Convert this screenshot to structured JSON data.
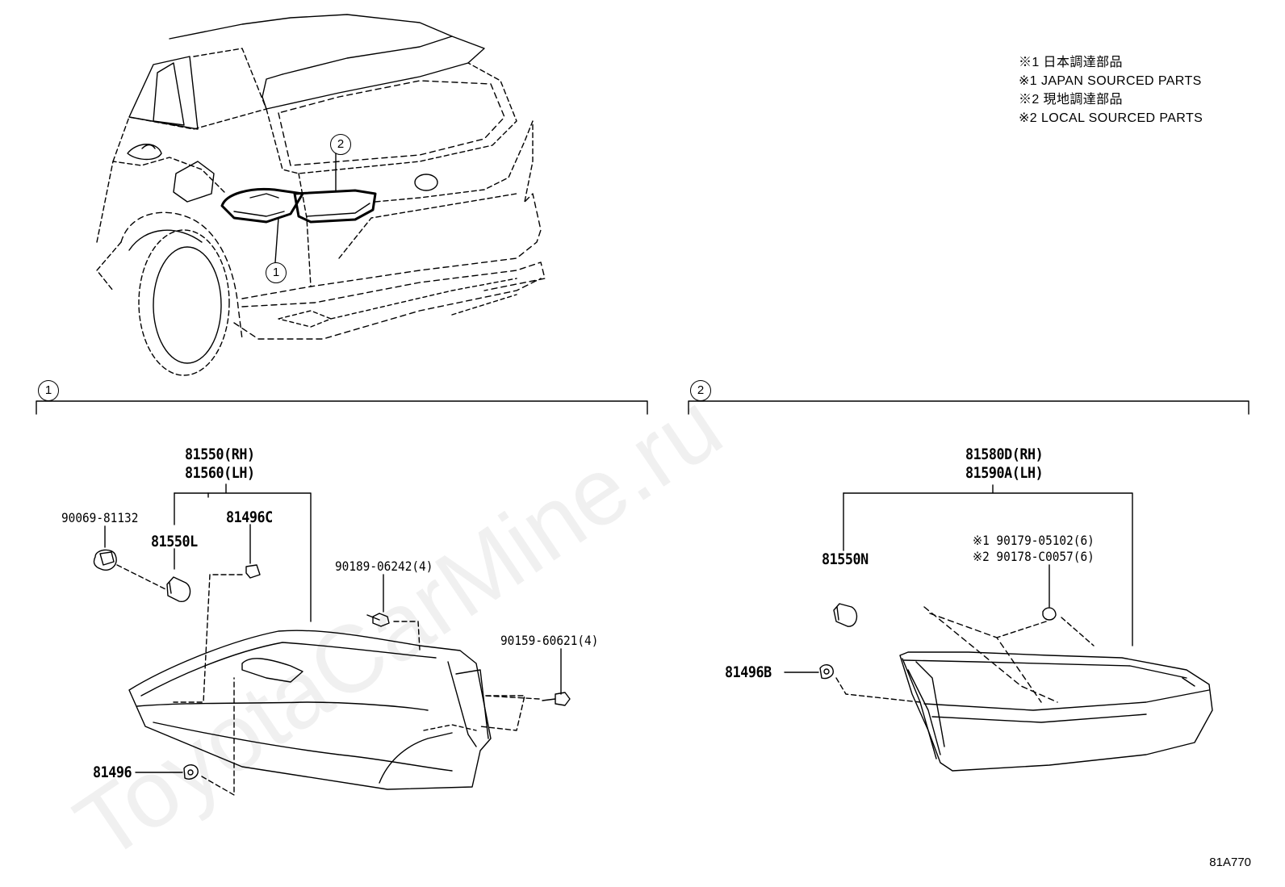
{
  "legend": {
    "line1": "※1 日本調達部品",
    "line2": "※1 JAPAN SOURCED PARTS",
    "line3": "※2 現地調達部品",
    "line4": "※2 LOCAL SOURCED PARTS"
  },
  "overview": {
    "callout1": "1",
    "callout2": "2"
  },
  "section1": {
    "marker": "1",
    "assembly_rh": "81550(RH)",
    "assembly_lh": "81560(LH)",
    "socket": "90069-81132",
    "bulb": "81550L",
    "clip_c": "81496C",
    "nut": "90189-06242(4)",
    "screw": "90159-60621(4)",
    "clip": "81496"
  },
  "section2": {
    "marker": "2",
    "assembly_rh": "81580D(RH)",
    "assembly_lh": "81590A(LH)",
    "bulb": "81550N",
    "fastener1": "※1 90179-05102(6)",
    "fastener2": "※2 90178-C0057(6)",
    "clip_b": "81496B"
  },
  "watermark": "ToyotaCarMine.ru",
  "reference_code": "81A770"
}
